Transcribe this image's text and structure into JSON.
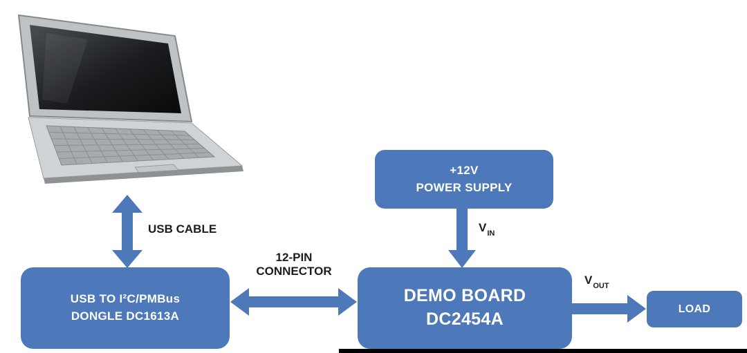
{
  "colors": {
    "box_blue": "#4d78ba",
    "arrow_blue": "#4d78ba",
    "label_black": "#1c1c1c",
    "bottom_bar_black": "#000000",
    "text_white": "#ffffff"
  },
  "labels": {
    "usb_cable": "USB CABLE",
    "connector": {
      "line1": "12-PIN",
      "line2": "CONNECTOR"
    },
    "vin": {
      "main": "V",
      "sub": "IN"
    },
    "vout": {
      "main": "V",
      "sub": "OUT"
    }
  },
  "boxes": {
    "dongle": {
      "line1": "USB TO I²C/PMBus",
      "line2": "DONGLE DC1613A"
    },
    "demo": {
      "line1": "DEMO BOARD",
      "line2": "DC2454A"
    },
    "power": {
      "line1": "+12V",
      "line2": "POWER SUPPLY"
    },
    "load": {
      "label": "LOAD"
    }
  }
}
